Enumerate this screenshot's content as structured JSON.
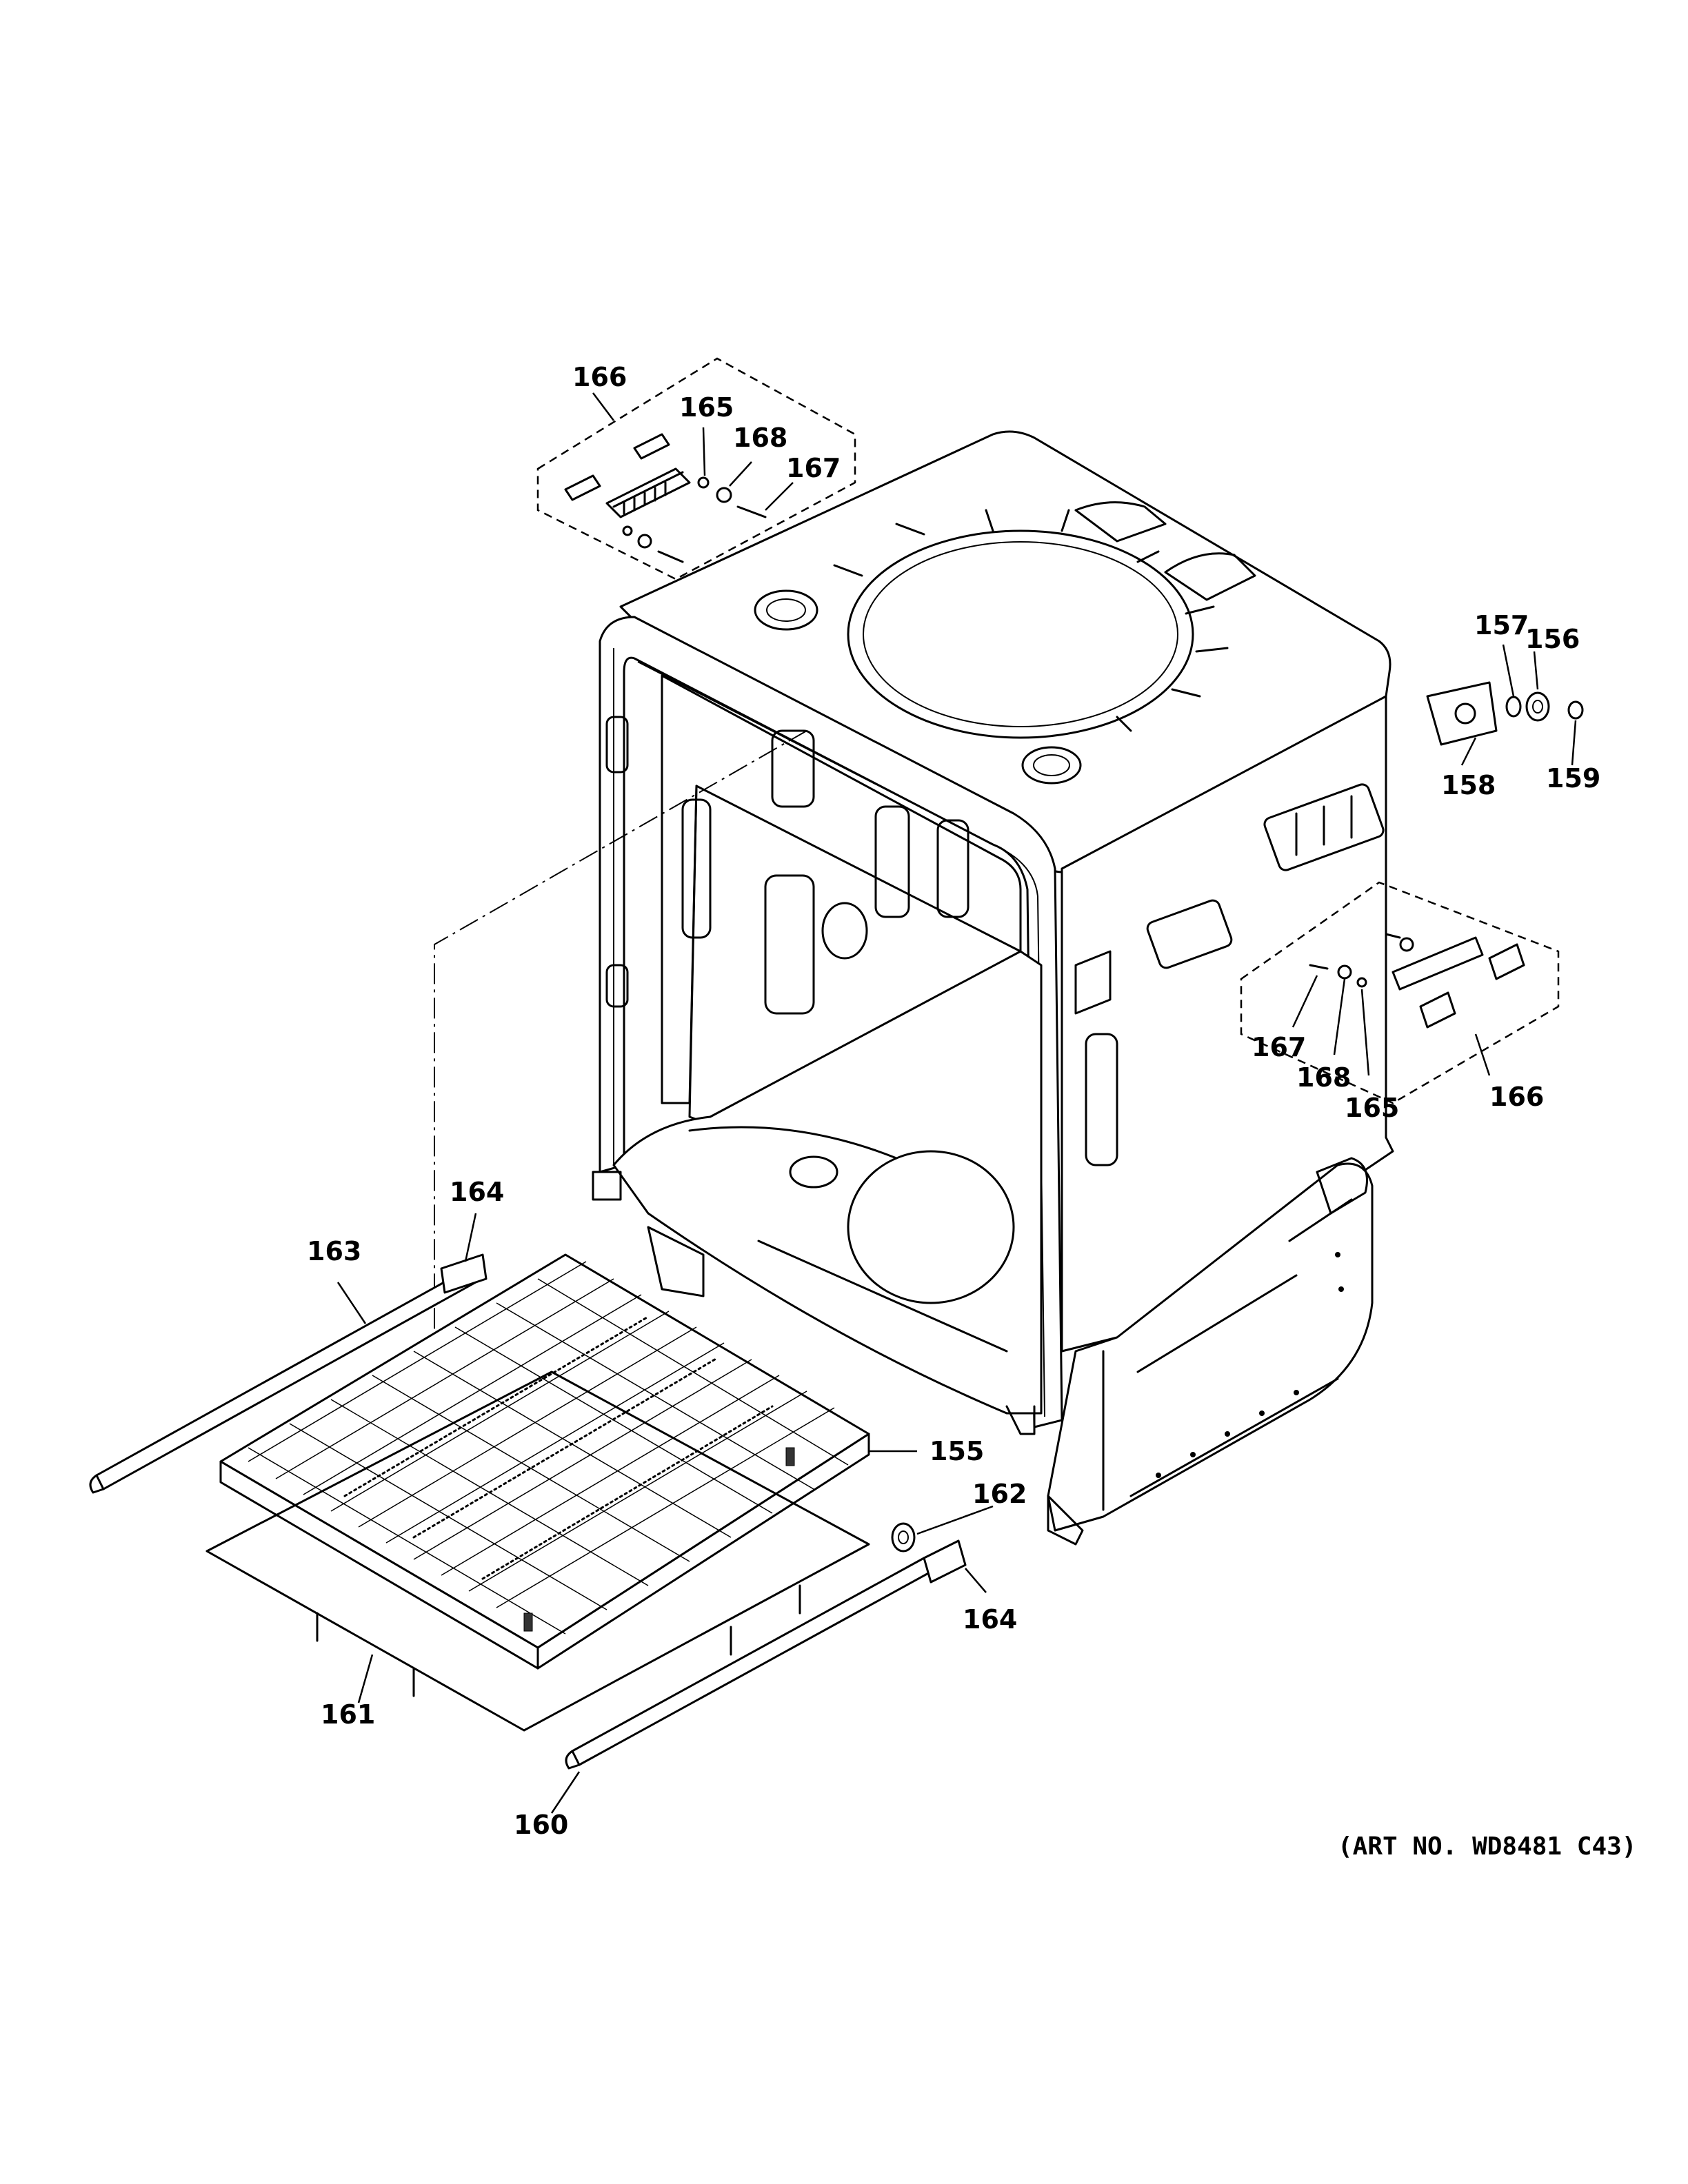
{
  "art_number": "(ART NO. WD8481 C43)",
  "callouts": {
    "c166_top": "166",
    "c165_top": "165",
    "c168_top": "168",
    "c167_top": "167",
    "c157": "157",
    "c156": "156",
    "c158": "158",
    "c159": "159",
    "c167_right": "167",
    "c168_right": "168",
    "c165_right": "165",
    "c166_right": "166",
    "c164_top": "164",
    "c163": "163",
    "c155": "155",
    "c162": "162",
    "c164_bottom": "164",
    "c161": "161",
    "c160": "160"
  }
}
